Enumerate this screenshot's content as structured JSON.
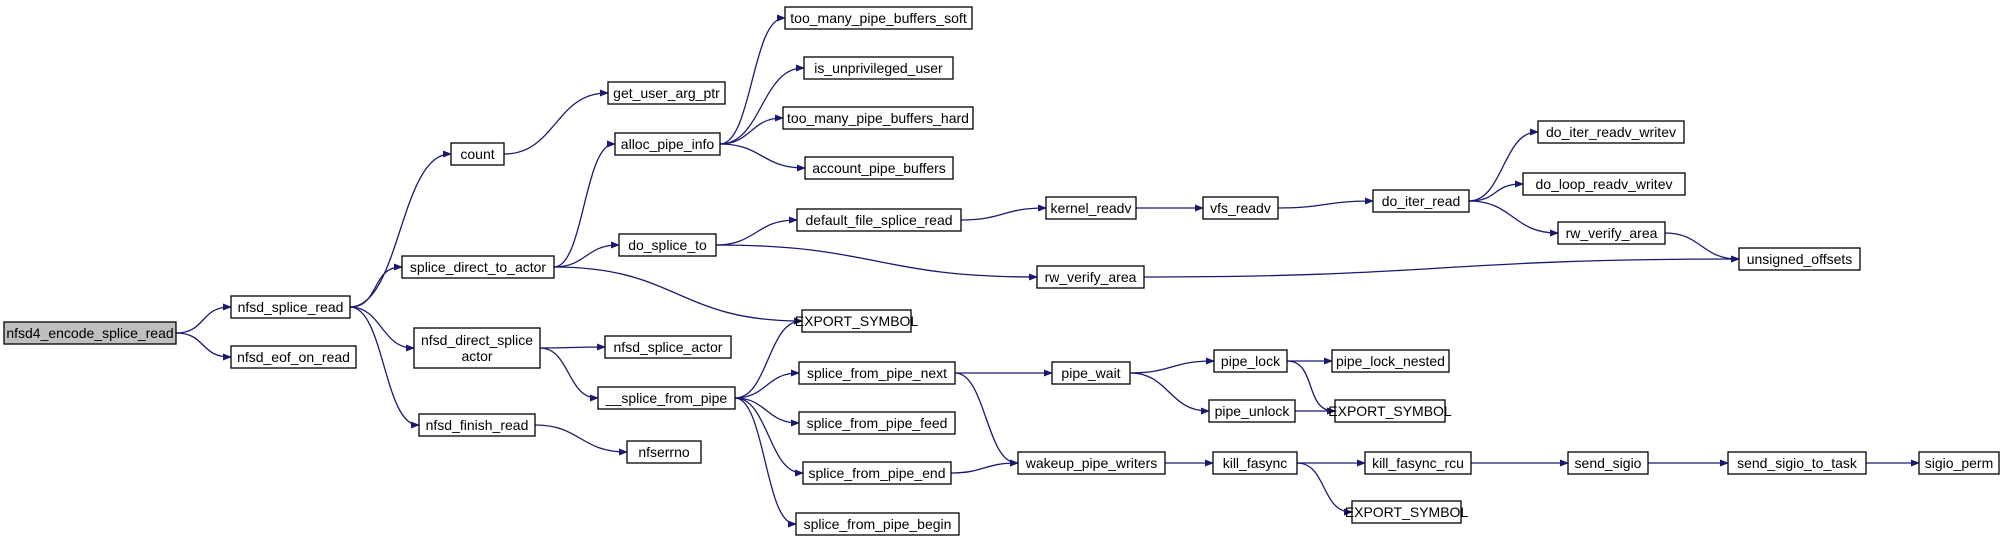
{
  "nodes": [
    {
      "id": "root",
      "label": "nfsd4_encode_splice_read",
      "root": true
    },
    {
      "id": "nfsd_splice_read",
      "label": "nfsd_splice_read"
    },
    {
      "id": "nfsd_eof_on_read",
      "label": "nfsd_eof_on_read"
    },
    {
      "id": "count",
      "label": "count"
    },
    {
      "id": "splice_direct_to_actor",
      "label": "splice_direct_to_actor"
    },
    {
      "id": "nfsd_direct_splice_actor",
      "label": "nfsd_direct_splice\nactor"
    },
    {
      "id": "nfsd_finish_read",
      "label": "nfsd_finish_read"
    },
    {
      "id": "get_user_arg_ptr",
      "label": "get_user_arg_ptr"
    },
    {
      "id": "alloc_pipe_info",
      "label": "alloc_pipe_info"
    },
    {
      "id": "do_splice_to",
      "label": "do_splice_to"
    },
    {
      "id": "export_symbol_1",
      "label": "EXPORT_SYMBOL"
    },
    {
      "id": "nfsd_splice_actor",
      "label": "nfsd_splice_actor"
    },
    {
      "id": "__splice_from_pipe",
      "label": "__splice_from_pipe"
    },
    {
      "id": "nfserrno",
      "label": "nfserrno"
    },
    {
      "id": "too_many_pipe_buffers_soft",
      "label": "too_many_pipe_buffers_soft"
    },
    {
      "id": "is_unprivileged_user",
      "label": "is_unprivileged_user"
    },
    {
      "id": "too_many_pipe_buffers_hard",
      "label": "too_many_pipe_buffers_hard"
    },
    {
      "id": "account_pipe_buffers",
      "label": "account_pipe_buffers"
    },
    {
      "id": "default_file_splice_read",
      "label": "default_file_splice_read"
    },
    {
      "id": "splice_from_pipe_next",
      "label": "splice_from_pipe_next"
    },
    {
      "id": "splice_from_pipe_feed",
      "label": "splice_from_pipe_feed"
    },
    {
      "id": "splice_from_pipe_end",
      "label": "splice_from_pipe_end"
    },
    {
      "id": "splice_from_pipe_begin",
      "label": "splice_from_pipe_begin"
    },
    {
      "id": "kernel_readv",
      "label": "kernel_readv"
    },
    {
      "id": "rw_verify_area_1",
      "label": "rw_verify_area"
    },
    {
      "id": "pipe_wait",
      "label": "pipe_wait"
    },
    {
      "id": "wakeup_pipe_writers",
      "label": "wakeup_pipe_writers"
    },
    {
      "id": "vfs_readv",
      "label": "vfs_readv"
    },
    {
      "id": "pipe_lock",
      "label": "pipe_lock"
    },
    {
      "id": "pipe_unlock",
      "label": "pipe_unlock"
    },
    {
      "id": "kill_fasync",
      "label": "kill_fasync"
    },
    {
      "id": "do_iter_read",
      "label": "do_iter_read"
    },
    {
      "id": "pipe_lock_nested",
      "label": "pipe_lock_nested"
    },
    {
      "id": "export_symbol_2",
      "label": "EXPORT_SYMBOL"
    },
    {
      "id": "kill_fasync_rcu",
      "label": "kill_fasync_rcu"
    },
    {
      "id": "export_symbol_3",
      "label": "EXPORT_SYMBOL"
    },
    {
      "id": "do_iter_readv_writev",
      "label": "do_iter_readv_writev"
    },
    {
      "id": "do_loop_readv_writev",
      "label": "do_loop_readv_writev"
    },
    {
      "id": "rw_verify_area_2",
      "label": "rw_verify_area"
    },
    {
      "id": "unsigned_offsets",
      "label": "unsigned_offsets"
    },
    {
      "id": "send_sigio",
      "label": "send_sigio"
    },
    {
      "id": "send_sigio_to_task",
      "label": "send_sigio_to_task"
    },
    {
      "id": "sigio_perm",
      "label": "sigio_perm"
    }
  ],
  "edges": [
    [
      "root",
      "nfsd_splice_read"
    ],
    [
      "root",
      "nfsd_eof_on_read"
    ],
    [
      "nfsd_splice_read",
      "count"
    ],
    [
      "nfsd_splice_read",
      "splice_direct_to_actor"
    ],
    [
      "nfsd_splice_read",
      "nfsd_direct_splice_actor"
    ],
    [
      "nfsd_splice_read",
      "nfsd_finish_read"
    ],
    [
      "count",
      "get_user_arg_ptr"
    ],
    [
      "splice_direct_to_actor",
      "alloc_pipe_info"
    ],
    [
      "splice_direct_to_actor",
      "do_splice_to"
    ],
    [
      "splice_direct_to_actor",
      "export_symbol_1"
    ],
    [
      "nfsd_direct_splice_actor",
      "nfsd_splice_actor"
    ],
    [
      "nfsd_direct_splice_actor",
      "__splice_from_pipe"
    ],
    [
      "nfsd_finish_read",
      "nfserrno"
    ],
    [
      "alloc_pipe_info",
      "too_many_pipe_buffers_soft"
    ],
    [
      "alloc_pipe_info",
      "is_unprivileged_user"
    ],
    [
      "alloc_pipe_info",
      "too_many_pipe_buffers_hard"
    ],
    [
      "alloc_pipe_info",
      "account_pipe_buffers"
    ],
    [
      "do_splice_to",
      "default_file_splice_read"
    ],
    [
      "do_splice_to",
      "rw_verify_area_1"
    ],
    [
      "__splice_from_pipe",
      "export_symbol_1"
    ],
    [
      "__splice_from_pipe",
      "splice_from_pipe_next"
    ],
    [
      "__splice_from_pipe",
      "splice_from_pipe_feed"
    ],
    [
      "__splice_from_pipe",
      "splice_from_pipe_end"
    ],
    [
      "__splice_from_pipe",
      "splice_from_pipe_begin"
    ],
    [
      "default_file_splice_read",
      "kernel_readv"
    ],
    [
      "kernel_readv",
      "vfs_readv"
    ],
    [
      "vfs_readv",
      "do_iter_read"
    ],
    [
      "do_iter_read",
      "do_iter_readv_writev"
    ],
    [
      "do_iter_read",
      "do_loop_readv_writev"
    ],
    [
      "do_iter_read",
      "rw_verify_area_2"
    ],
    [
      "rw_verify_area_2",
      "unsigned_offsets"
    ],
    [
      "rw_verify_area_1",
      "unsigned_offsets"
    ],
    [
      "splice_from_pipe_next",
      "pipe_wait"
    ],
    [
      "splice_from_pipe_next",
      "wakeup_pipe_writers"
    ],
    [
      "splice_from_pipe_end",
      "wakeup_pipe_writers"
    ],
    [
      "pipe_wait",
      "pipe_lock"
    ],
    [
      "pipe_wait",
      "pipe_unlock"
    ],
    [
      "pipe_lock",
      "pipe_lock_nested"
    ],
    [
      "pipe_lock",
      "export_symbol_2"
    ],
    [
      "pipe_unlock",
      "export_symbol_2"
    ],
    [
      "wakeup_pipe_writers",
      "kill_fasync"
    ],
    [
      "kill_fasync",
      "kill_fasync_rcu"
    ],
    [
      "kill_fasync",
      "export_symbol_3"
    ],
    [
      "kill_fasync_rcu",
      "send_sigio"
    ],
    [
      "send_sigio",
      "send_sigio_to_task"
    ],
    [
      "send_sigio_to_task",
      "sigio_perm"
    ]
  ],
  "colors": {
    "edge": "#191970",
    "node_border": "#000000",
    "node_fill": "#ffffff",
    "root_fill": "#bfbfbf"
  }
}
